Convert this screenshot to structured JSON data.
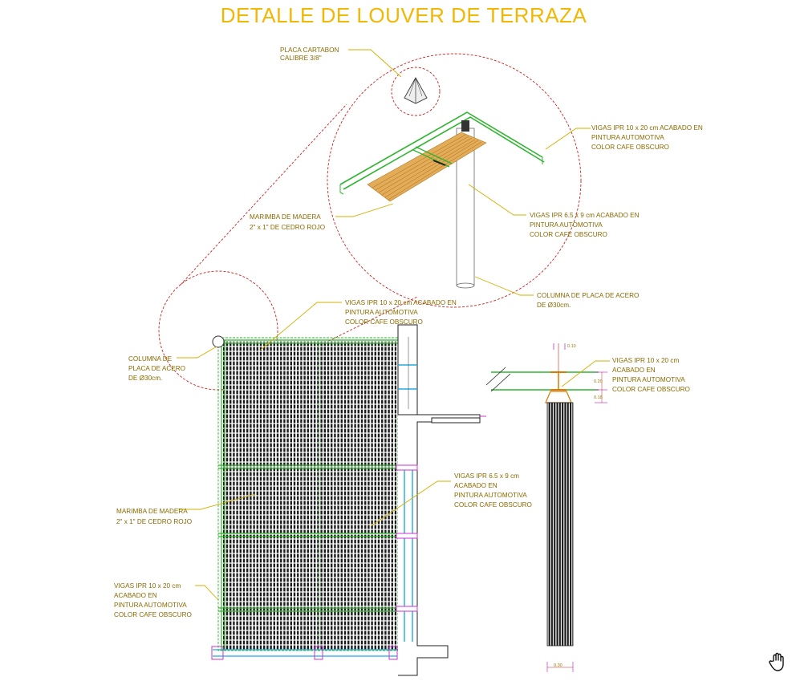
{
  "title": "DETALLE DE LOUVER DE TERRAZA",
  "labels": {
    "placa_cartabon": [
      "PLACA CARTABON",
      "CALIBRE 3/8\""
    ],
    "vigas_top_right": [
      "VIGAS IPR 10 x 20 cm ACABADO EN",
      "PINTURA AUTOMOTIVA",
      "COLOR CAFE OBSCURO"
    ],
    "marimba_detail": [
      "MARIMBA DE MADERA",
      "2\" x 1\" DE CEDRO ROJO"
    ],
    "vigas_small_detail": [
      "VIGAS IPR 6.5 x 9 cm ACABADO EN",
      "PINTURA AUTOMOTIVA",
      "COLOR CAFE OBSCURO"
    ],
    "columna_detail": [
      "COLUMNA DE PLACA DE ACERO",
      "DE Ø30cm."
    ],
    "vigas_mid": [
      "VIGAS IPR 10 x 20 cm ACABADO EN",
      "PINTURA AUTOMOTIVA",
      "COLOR CAFE OBSCURO"
    ],
    "columna_left": [
      "COLUMNA DE",
      "PLACA DE ACERO",
      "DE Ø30cm."
    ],
    "vigas_section": [
      "VIGAS IPR 10 x 20 cm",
      "ACABADO EN",
      "PINTURA AUTOMOTIVA",
      "COLOR CAFE OBSCURO"
    ],
    "vigas_small_plan": [
      "VIGAS IPR 6.5 x 9 cm",
      "ACABADO EN",
      "PINTURA AUTOMOTIVA",
      "COLOR CAFE OBSCURO"
    ],
    "marimba_plan": [
      "MARIMBA DE MADERA",
      "2\" x 1\" DE CEDRO ROJO"
    ],
    "vigas_bottom_left": [
      "VIGAS IPR 10 x 20 cm",
      "ACABADO EN",
      "PINTURA AUTOMOTIVA",
      "COLOR CAFE OBSCURO"
    ]
  },
  "dimensions": {
    "d1": "0.10",
    "d2": "0.20",
    "d3": "0.18",
    "d4": "0.30"
  },
  "colors": {
    "title": "#f2b705",
    "annotation": "#8a6a00",
    "leader": "#d4b000",
    "beam": "#2fb52f",
    "accent_magenta": "#cc33cc",
    "accent_cyan": "#22aadd",
    "detail_circle": "#cc2222",
    "louver": "#111111",
    "wood": "#d9a24a"
  },
  "icons": {
    "pan_tool": "hand-icon"
  }
}
